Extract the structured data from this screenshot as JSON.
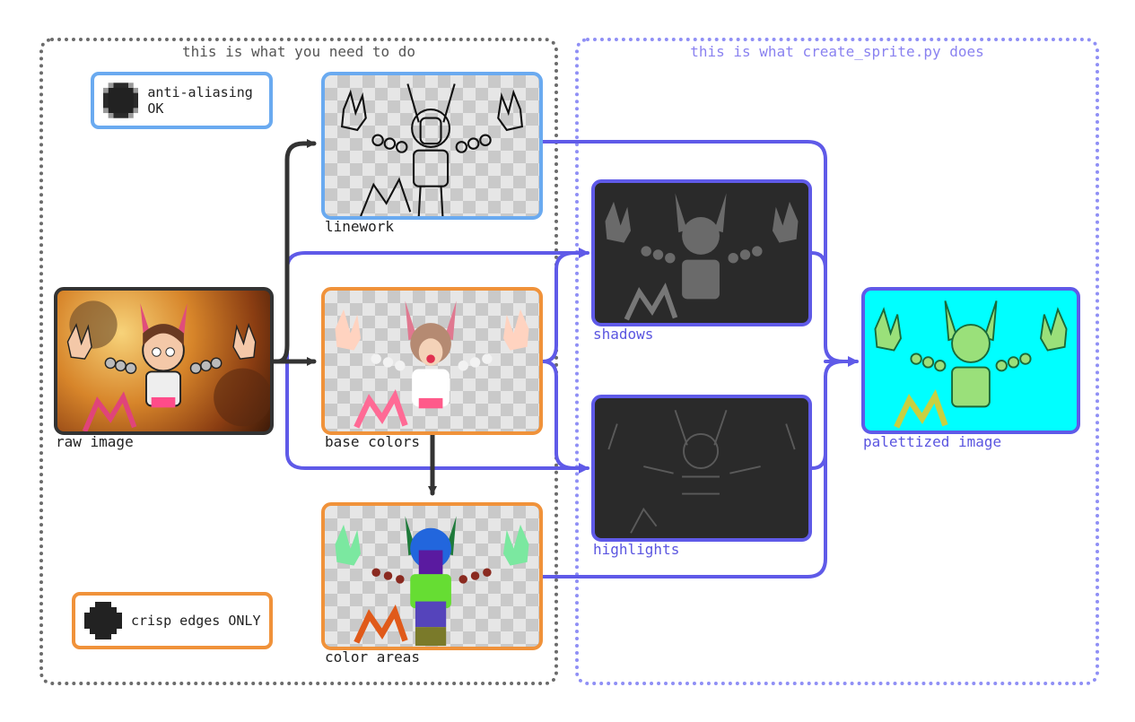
{
  "groups": {
    "left_title": "this is what you need to do",
    "right_title": "this is what create_sprite.py does"
  },
  "nodes": {
    "raw_image": "raw image",
    "linework": "linework",
    "base_colors": "base colors",
    "color_areas": "color areas",
    "shadows": "shadows",
    "highlights": "highlights",
    "palettized_image": "palettized image"
  },
  "legend": {
    "anti_aliasing": "anti-aliasing OK",
    "crisp_edges": "crisp edges ONLY"
  },
  "colors": {
    "blue_border": "#6aaaf0",
    "orange_border": "#f0923a",
    "purple": "#5f5ae8",
    "dark": "#333333",
    "cyan": "#00ffff"
  },
  "icons": [
    "pixel-blur-icon",
    "pixel-crisp-icon"
  ]
}
